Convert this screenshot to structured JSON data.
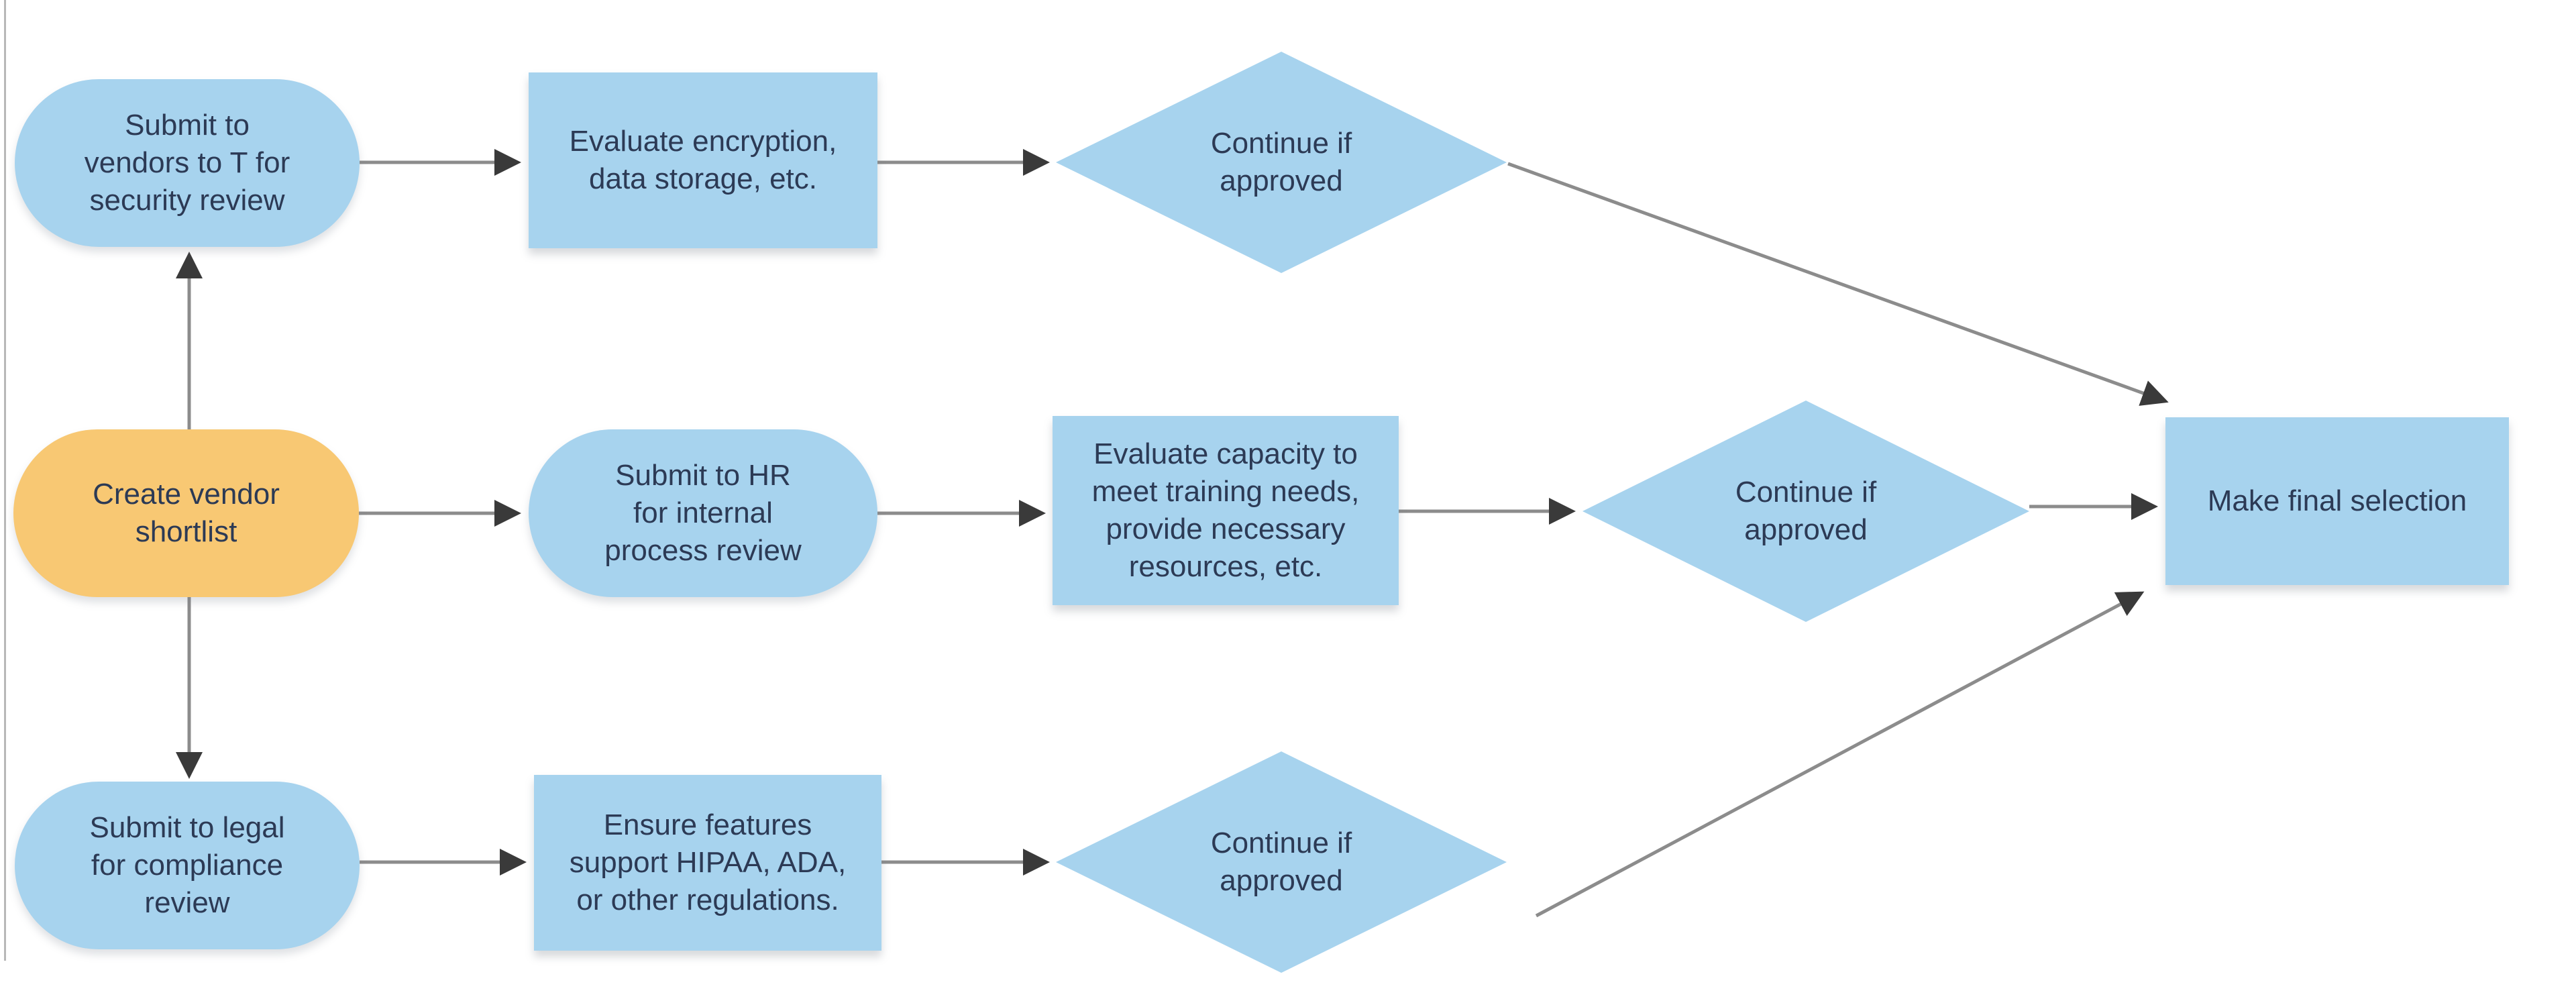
{
  "colors": {
    "node_blue": "#a7d3ee",
    "node_orange": "#f8c873",
    "text_color": "#2c3a55",
    "line_color": "#8c8c8c",
    "arrow_color": "#3a3a3a",
    "frame_color": "#b8b8b8",
    "page_bg": "#ffffff"
  },
  "flowchart": {
    "nodes": {
      "submit_security": {
        "label": "Submit to vendors to T for security review",
        "shape": "pill",
        "color": "#a7d3ee"
      },
      "evaluate_encryption": {
        "label": "Evaluate encryption, data storage, etc.",
        "shape": "rect",
        "color": "#a7d3ee"
      },
      "continue_security": {
        "label": "Continue if approved",
        "shape": "diamond",
        "color": "#a7d3ee"
      },
      "create_shortlist": {
        "label": "Create vendor shortlist",
        "shape": "pill",
        "color": "#f8c873"
      },
      "submit_hr": {
        "label": "Submit to HR for internal process review",
        "shape": "pill",
        "color": "#a7d3ee"
      },
      "evaluate_capacity": {
        "label": "Evaluate capacity to meet training needs, provide necessary resources, etc.",
        "shape": "rect",
        "color": "#a7d3ee"
      },
      "continue_hr": {
        "label": "Continue if approved",
        "shape": "diamond",
        "color": "#a7d3ee"
      },
      "make_final_selection": {
        "label": "Make final selection",
        "shape": "rect",
        "color": "#a7d3ee"
      },
      "submit_legal": {
        "label": "Submit to legal for compliance review",
        "shape": "pill",
        "color": "#a7d3ee"
      },
      "ensure_features": {
        "label": "Ensure features support HIPAA, ADA, or other regulations.",
        "shape": "rect",
        "color": "#a7d3ee"
      },
      "continue_legal": {
        "label": "Continue if approved",
        "shape": "diamond",
        "color": "#a7d3ee"
      }
    },
    "edges": [
      "create_shortlist -> submit_security",
      "create_shortlist -> submit_hr",
      "create_shortlist -> submit_legal",
      "submit_security -> evaluate_encryption",
      "evaluate_encryption -> continue_security",
      "continue_security -> make_final_selection",
      "submit_hr -> evaluate_capacity",
      "evaluate_capacity -> continue_hr",
      "continue_hr -> make_final_selection",
      "submit_legal -> ensure_features",
      "ensure_features -> continue_legal",
      "continue_legal -> make_final_selection"
    ]
  }
}
